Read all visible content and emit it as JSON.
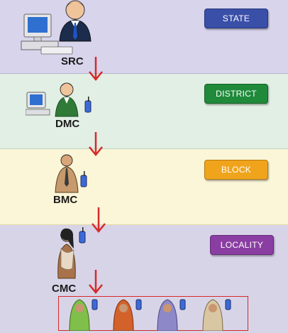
{
  "levels": {
    "state": {
      "tag": "STATE",
      "label": "SRC",
      "color": "#3a4fa8"
    },
    "district": {
      "tag": "DISTRICT",
      "label": "DMC",
      "color": "#1f8a3a"
    },
    "block": {
      "tag": "BLOCK",
      "label": "BMC",
      "color": "#f0a41c"
    },
    "locality": {
      "tag": "LOCALITY",
      "label": "CMC",
      "color": "#8a3ea2"
    }
  },
  "arrow_color": "#d62a2a",
  "community_members": [
    {
      "icon": "woman-green-phone-icon"
    },
    {
      "icon": "woman-orange-phone-icon"
    },
    {
      "icon": "woman-purple-phone-icon"
    },
    {
      "icon": "woman-tan-phone-icon"
    }
  ]
}
